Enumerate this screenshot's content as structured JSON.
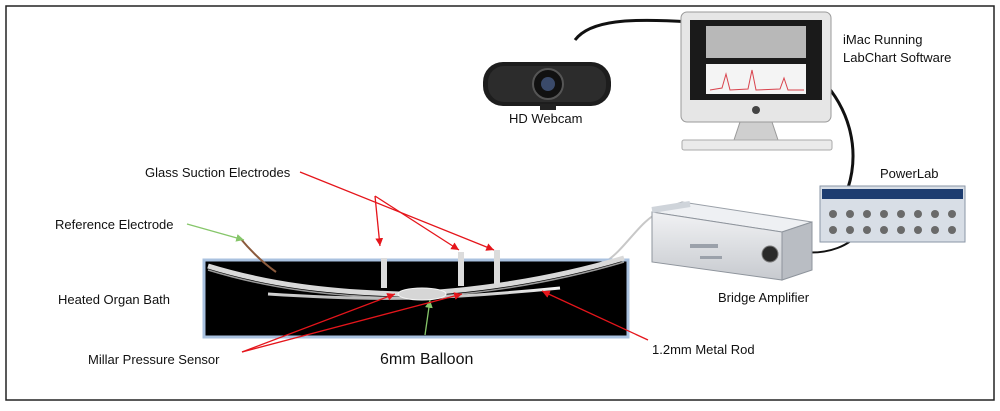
{
  "labels": {
    "glass_suction_electrodes": "Glass Suction Electrodes",
    "reference_electrode": "Reference Electrode",
    "heated_organ_bath": "Heated  Organ Bath",
    "millar_pressure_sensor": "Millar Pressure Sensor",
    "balloon": "6mm Balloon",
    "metal_rod": "1.2mm Metal Rod",
    "hd_webcam": "HD Webcam",
    "imac_line1": "iMac Running",
    "imac_line2": "LabChart Software",
    "powerlab": "PowerLab",
    "bridge_amplifier": "Bridge Amplifier"
  },
  "colors": {
    "red_arrow": "#e5151b",
    "green_arrow": "#86c66a",
    "frame": "#222222",
    "bath": "#000000",
    "bath_border": "#a9c1df"
  }
}
